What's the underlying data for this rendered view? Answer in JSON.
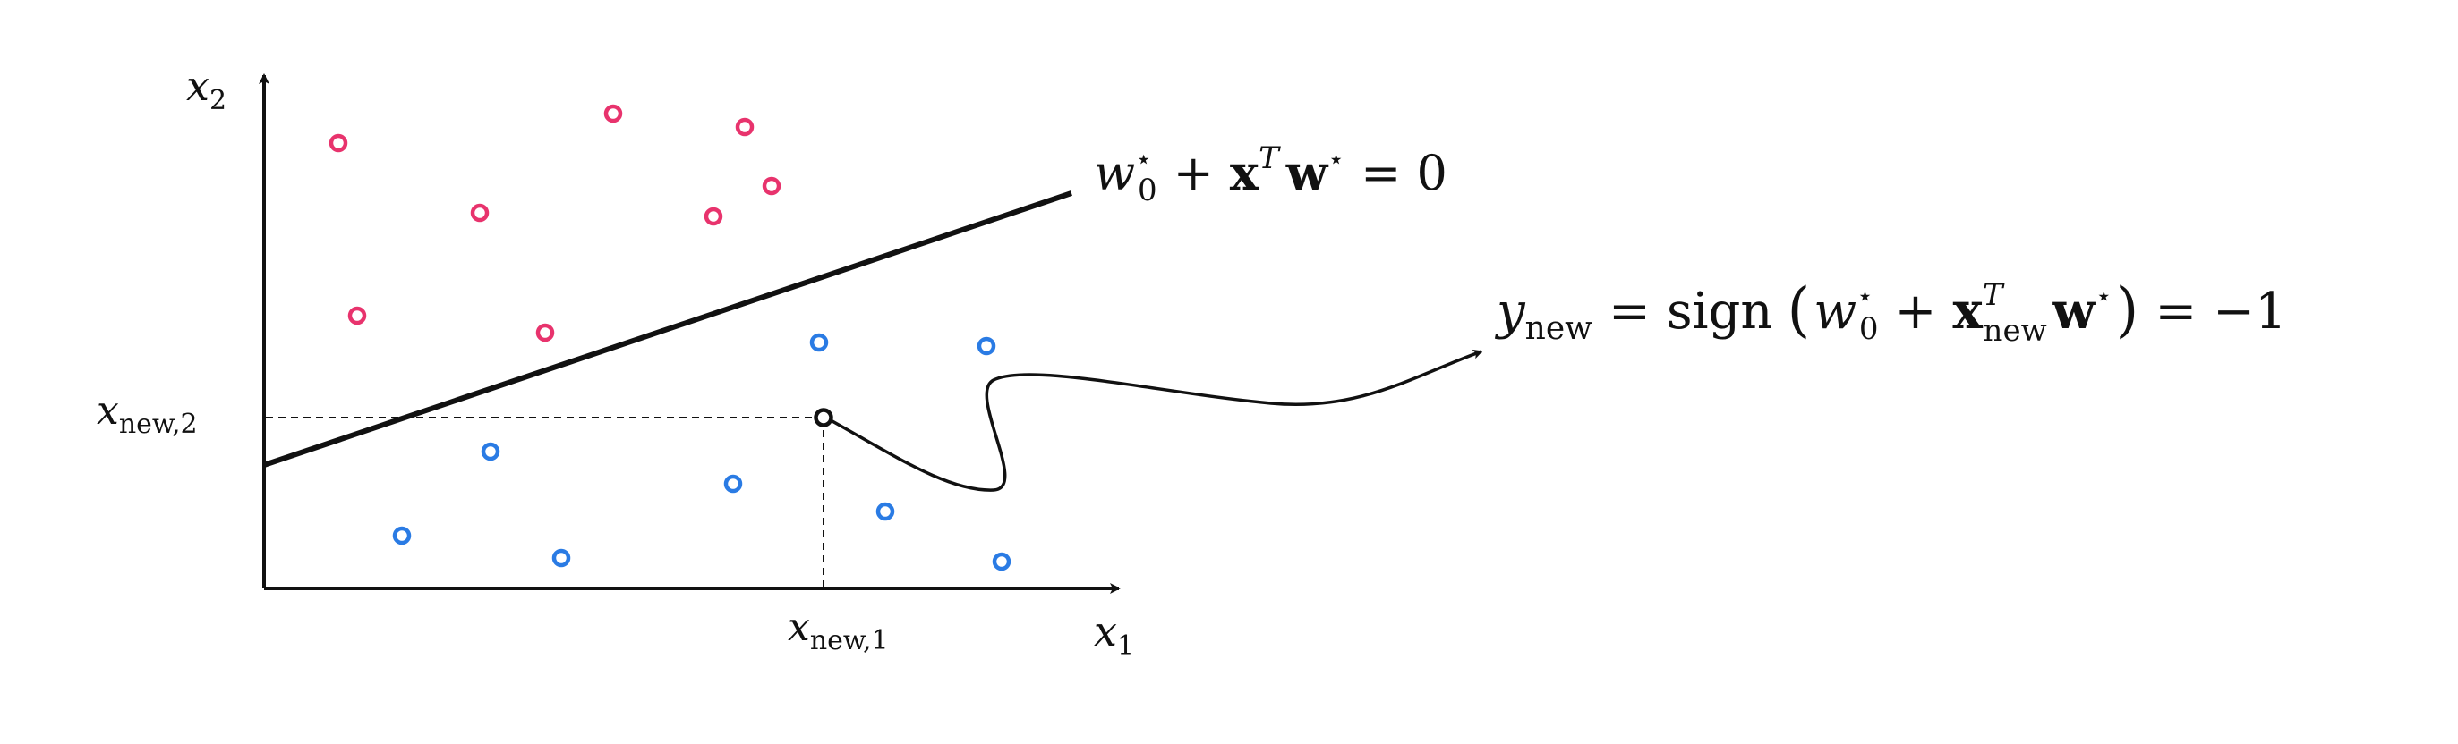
{
  "axes": {
    "x_label": "x",
    "x_label_sub": "1",
    "y_label": "x",
    "y_label_sub": "2"
  },
  "new_point": {
    "x_tick_label": "x",
    "x_tick_sub": "new,1",
    "y_tick_label": "x",
    "y_tick_sub": "new,2"
  },
  "boundary_equation": {
    "w": "w",
    "w_sub": "0",
    "star": "⋆",
    "plus": "+",
    "x_bold": "x",
    "transpose": "T",
    "w_bold": "w",
    "equals_zero": "= 0"
  },
  "prediction_equation": {
    "y": "y",
    "y_sub": "new",
    "equals": "=",
    "sign": "sign",
    "open_paren": "(",
    "w": "w",
    "w_sub": "0",
    "star": "⋆",
    "plus": "+",
    "x_bold": "x",
    "x_sup": "T",
    "x_sub": "new",
    "w_bold": "w",
    "close_paren": ")",
    "result": "= −1"
  },
  "colors": {
    "positive_class": "#e8336d",
    "negative_class": "#2a7be4",
    "ink": "#111111"
  },
  "icons": {
    "positive_point": "circle-outline",
    "negative_point": "circle-outline",
    "new_point": "circle-outline"
  }
}
